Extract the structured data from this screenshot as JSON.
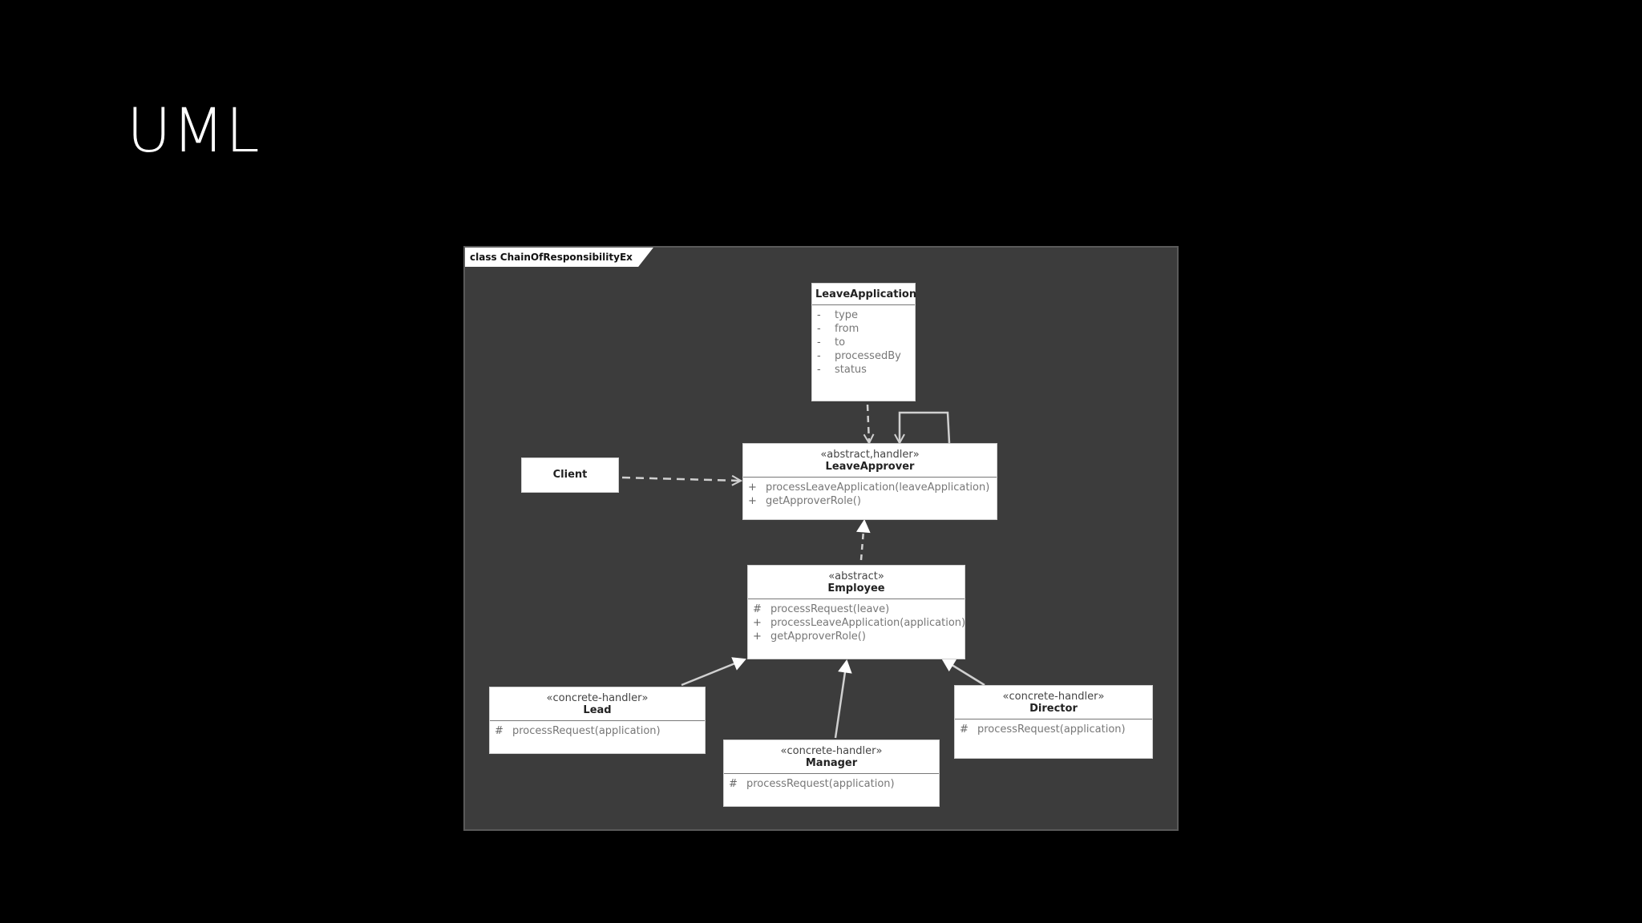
{
  "slide": {
    "title": "UML"
  },
  "diagram": {
    "frame_label": "class ChainOfResponsibilityEx",
    "classes": {
      "leave_application": {
        "name": "LeaveApplication",
        "attributes": [
          {
            "vis": "-",
            "text": "type"
          },
          {
            "vis": "-",
            "text": "from"
          },
          {
            "vis": "-",
            "text": "to"
          },
          {
            "vis": "-",
            "text": "processedBy"
          },
          {
            "vis": "-",
            "text": "status"
          }
        ]
      },
      "client": {
        "name": "Client"
      },
      "leave_approver": {
        "stereotype": "«abstract,handler»",
        "name": "LeaveApprover",
        "operations": [
          {
            "vis": "+",
            "text": "processLeaveApplication(leaveApplication)"
          },
          {
            "vis": "+",
            "text": "getApproverRole()"
          }
        ]
      },
      "employee": {
        "stereotype": "«abstract»",
        "name": "Employee",
        "operations": [
          {
            "vis": "#",
            "text": "processRequest(leave)"
          },
          {
            "vis": "+",
            "text": "processLeaveApplication(application)"
          },
          {
            "vis": "+",
            "text": "getApproverRole()"
          }
        ]
      },
      "lead": {
        "stereotype": "«concrete-handler»",
        "name": "Lead",
        "operations": [
          {
            "vis": "#",
            "text": "processRequest(application)"
          }
        ]
      },
      "manager": {
        "stereotype": "«concrete-handler»",
        "name": "Manager",
        "operations": [
          {
            "vis": "#",
            "text": "processRequest(application)"
          }
        ]
      },
      "director": {
        "stereotype": "«concrete-handler»",
        "name": "Director",
        "operations": [
          {
            "vis": "#",
            "text": "processRequest(application)"
          }
        ]
      }
    }
  }
}
